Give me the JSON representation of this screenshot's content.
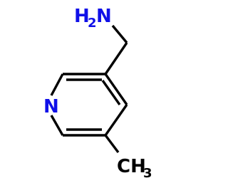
{
  "colors": {
    "carbon": "#000000",
    "nitrogen": "#1010e8",
    "background": "#ffffff"
  },
  "labels": {
    "amine": {
      "main": "H",
      "sub": "2",
      "tail": "N"
    },
    "ring_nitrogen": {
      "main": "N"
    },
    "methyl": {
      "main": "CH",
      "sub": "3"
    }
  }
}
